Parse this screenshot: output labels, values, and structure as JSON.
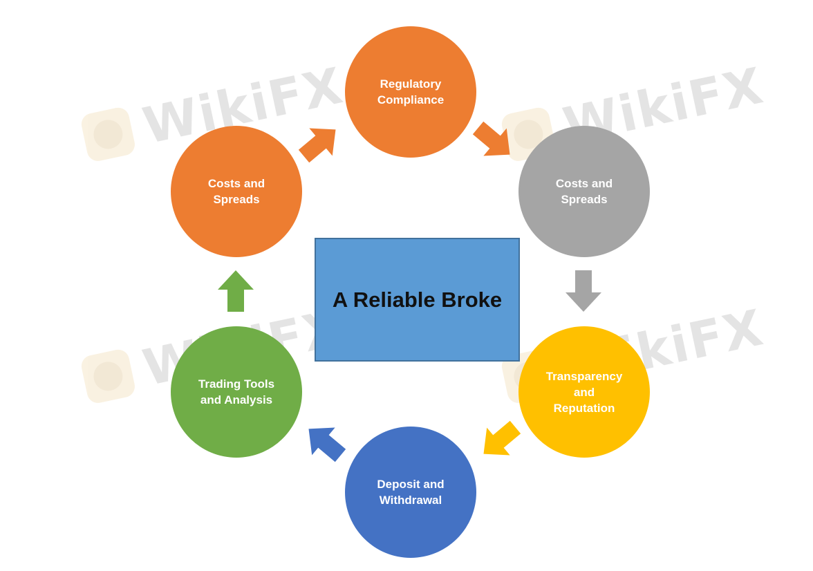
{
  "center": {
    "title": "A Reliable Broke"
  },
  "nodes": [
    {
      "id": "regulatory",
      "label": "Regulatory\nCompliance",
      "color": "#ed7d31"
    },
    {
      "id": "costs-right",
      "label": "Costs and\nSpreads",
      "color": "#a5a5a5"
    },
    {
      "id": "transparency",
      "label": "Transparency\nand\nReputation",
      "color": "#ffc000"
    },
    {
      "id": "deposit",
      "label": "Deposit and\nWithdrawal",
      "color": "#4472c4"
    },
    {
      "id": "trading",
      "label": "Trading Tools\nand Analysis",
      "color": "#70ad47"
    },
    {
      "id": "costs-left",
      "label": "Costs and\nSpreads",
      "color": "#ed7d31"
    }
  ],
  "arrow_colors": {
    "costs_left_to_regulatory": "#ed7d31",
    "regulatory_to_costs_right": "#ed7d31",
    "costs_right_to_transparency": "#a5a5a5",
    "transparency_to_deposit": "#ffc000",
    "deposit_to_trading": "#4472c4",
    "trading_to_costs_left": "#70ad47"
  },
  "watermark": {
    "text": "WikiFX"
  }
}
